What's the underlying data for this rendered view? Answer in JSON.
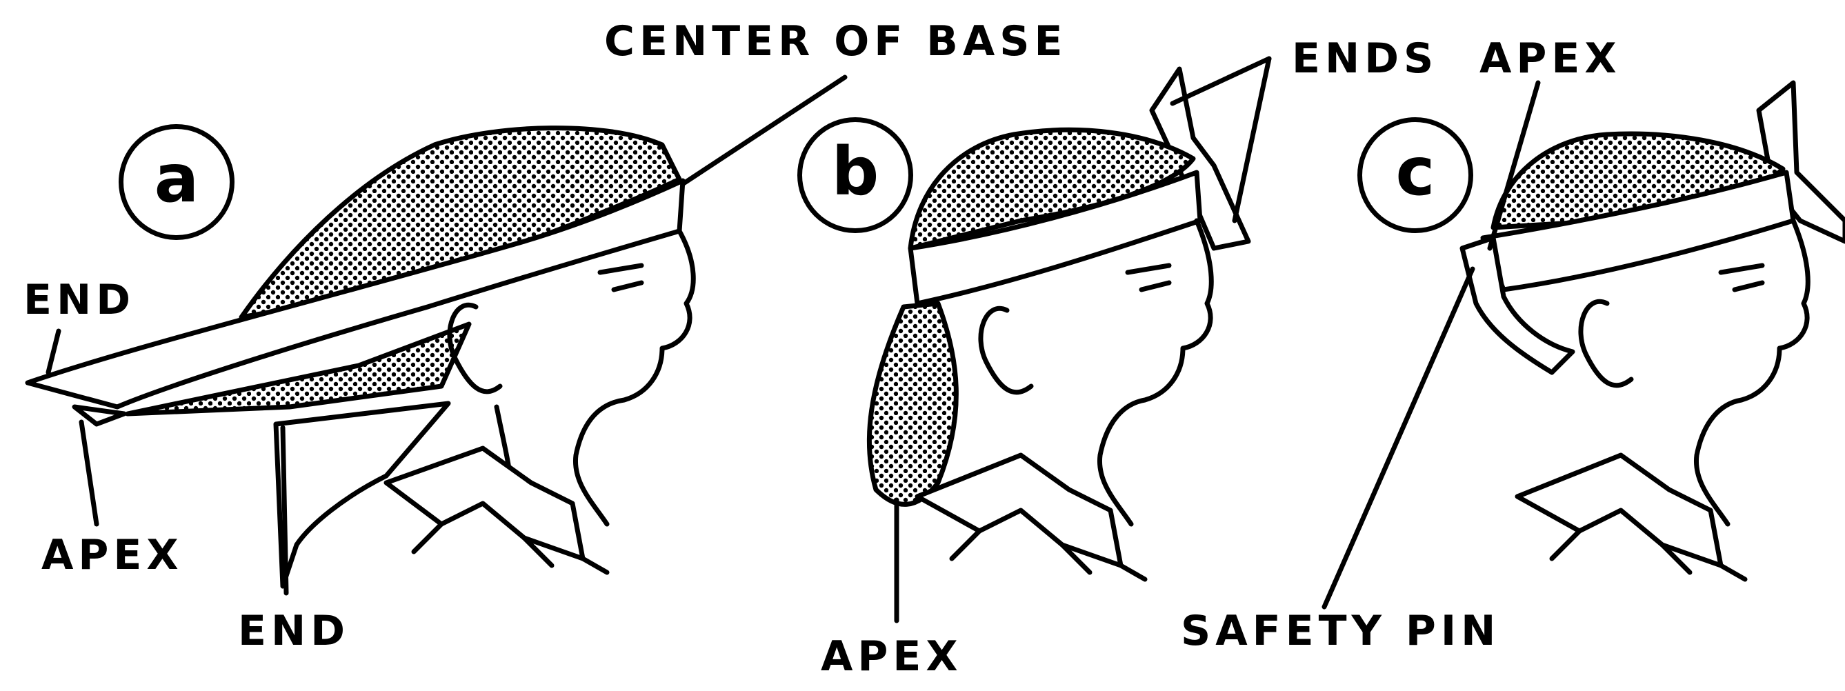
{
  "panels": [
    {
      "id": "a",
      "badge": "a",
      "labels": {
        "center_of_base": "CENTER OF BASE",
        "end_left": "END",
        "apex": "APEX",
        "end_bottom": "END"
      }
    },
    {
      "id": "b",
      "badge": "b",
      "labels": {
        "ends": "ENDS",
        "apex": "APEX"
      }
    },
    {
      "id": "c",
      "badge": "c",
      "labels": {
        "apex": "APEX",
        "safety_pin": "SAFETY PIN"
      }
    }
  ],
  "colors": {
    "ink": "#000000",
    "paper": "#ffffff"
  }
}
